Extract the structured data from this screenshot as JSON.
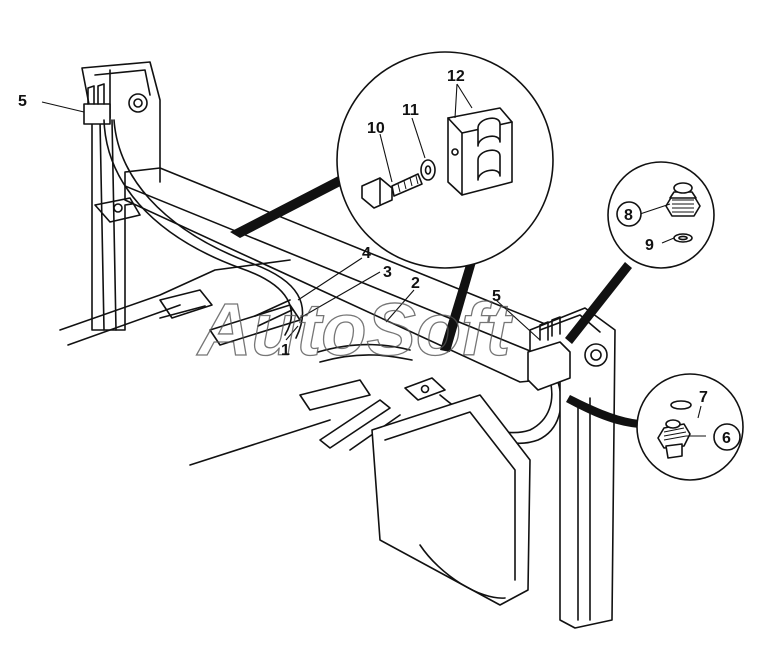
{
  "watermark": "AutoSoft",
  "callouts": {
    "c1": "1",
    "c2": "2",
    "c3": "3",
    "c4": "4",
    "c5_left": "5",
    "c5_right": "5",
    "c6": "6",
    "c7": "7",
    "c8": "8",
    "c9": "9",
    "c10": "10",
    "c11": "11",
    "c12": "12"
  },
  "colors": {
    "line": "#111111",
    "background": "#ffffff",
    "watermark": "#555555"
  }
}
